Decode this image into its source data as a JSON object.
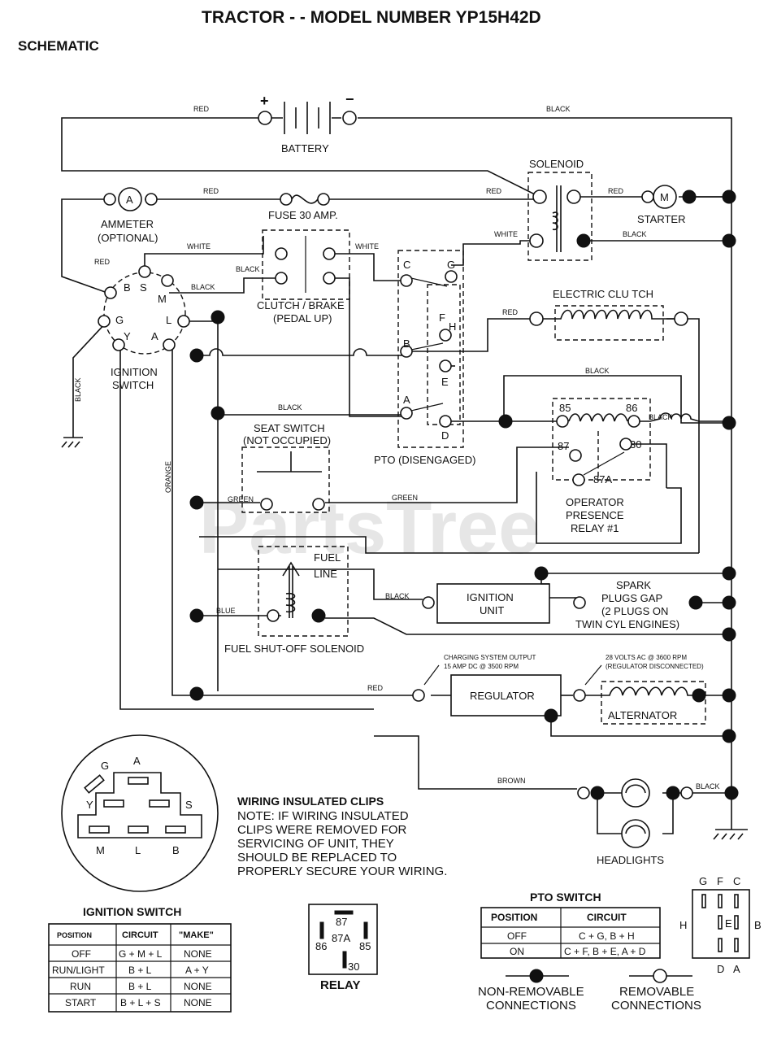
{
  "header": {
    "title": "TRACTOR - - MODEL NUMBER YP15H42D",
    "subtitle": "SCHEMATIC"
  },
  "watermark": "PartsTree",
  "components": {
    "battery": "BATTERY",
    "battery_plus": "+",
    "battery_minus": "−",
    "solenoid": "SOLENOID",
    "ammeter_symbol": "A",
    "ammeter_line1": "AMMETER",
    "ammeter_line2": "(OPTIONAL)",
    "fuse": "FUSE 30 AMP.",
    "starter_symbol": "M",
    "starter": "STARTER",
    "clutch_line1": "CLUTCH / BRAKE",
    "clutch_line2": "(PEDAL UP)",
    "electric_clutch": "ELECTRIC CLU TCH",
    "ignition_switch_line1": "IGNITION",
    "ignition_switch_line2": "SWITCH",
    "seat_line1": "SEAT SWITCH",
    "seat_line2": "(NOT OCCUPIED)",
    "pto": "PTO (DISENGAGED)",
    "relay_line1": "OPERATOR",
    "relay_line2": "PRESENCE",
    "relay_line3": "RELAY #1",
    "fuel_line1": "FUEL",
    "fuel_line2": "LINE",
    "fuel_solenoid": "FUEL SHUT-OFF SOLENOID",
    "ignition_unit_line1": "IGNITION",
    "ignition_unit_line2": "UNIT",
    "spark_line1": "SPARK",
    "spark_line2": "PLUGS GAP",
    "spark_line3": "(2 PLUGS ON",
    "spark_line4": "TWIN CYL ENGINES)",
    "charging_line1": "CHARGING SYSTEM OUTPUT",
    "charging_line2": "15 AMP DC @ 3500 RPM",
    "ac_line1": "28 VOLTS AC @ 3600 RPM",
    "ac_line2": "(REGULATOR DISCONNECTED)",
    "regulator": "REGULATOR",
    "alternator": "ALTERNATOR",
    "headlights": "HEADLIGHTS"
  },
  "terminals": {
    "ign": [
      "B",
      "S",
      "M",
      "G",
      "L",
      "Y",
      "A"
    ],
    "pto": [
      "C",
      "G",
      "F",
      "H",
      "B",
      "E",
      "A",
      "D"
    ],
    "relay": [
      "85",
      "86",
      "87",
      "30",
      "87A"
    ]
  },
  "wire_colors": {
    "red": "RED",
    "black": "BLACK",
    "white": "WHITE",
    "green": "GREEN",
    "orange": "ORANGE",
    "blue": "BLUE",
    "brown": "BROWN"
  },
  "note": {
    "title": "WIRING INSULATED CLIPS",
    "lines": [
      "NOTE: IF WIRING INSULATED",
      "CLIPS WERE REMOVED FOR",
      "SERVICING OF UNIT, THEY",
      "SHOULD BE REPLACED TO",
      "PROPERLY SECURE YOUR WIRING."
    ]
  },
  "ignition_plug_letters": [
    "G",
    "A",
    "Y",
    "S",
    "M",
    "L",
    "B"
  ],
  "ignition_table": {
    "title": "IGNITION SWITCH",
    "headers": [
      "POSITION",
      "CIRCUIT",
      "\"MAKE\""
    ],
    "rows": [
      [
        "OFF",
        "G + M + L",
        "NONE"
      ],
      [
        "RUN/LIGHT",
        "B + L",
        "A + Y"
      ],
      [
        "RUN",
        "B + L",
        "NONE"
      ],
      [
        "START",
        "B + L + S",
        "NONE"
      ]
    ]
  },
  "relay_diagram": {
    "title": "RELAY",
    "pins": [
      "87",
      "87A",
      "86",
      "85",
      "30"
    ]
  },
  "pto_table": {
    "title": "PTO SWITCH",
    "headers": [
      "POSITION",
      "CIRCUIT"
    ],
    "rows": [
      [
        "OFF",
        "C + G, B + H"
      ],
      [
        "ON",
        "C + F, B + E, A + D"
      ]
    ]
  },
  "pto_switch_letters": [
    "G",
    "F",
    "C",
    "H",
    "B",
    "E",
    "D",
    "A"
  ],
  "legend": {
    "non_removable_line1": "NON-REMOVABLE",
    "non_removable_line2": "CONNECTIONS",
    "removable_line1": "REMOVABLE",
    "removable_line2": "CONNECTIONS"
  }
}
